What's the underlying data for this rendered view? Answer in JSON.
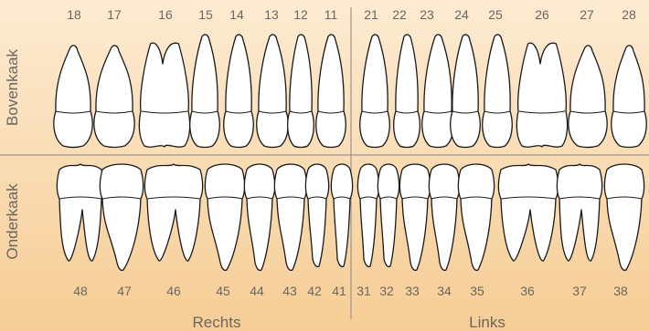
{
  "colors": {
    "bg_top": "#fdebd2",
    "bg_bottom": "#f6cd95",
    "divider": "#9a9590",
    "text": "#6b6660",
    "outline": "#1a1a1a"
  },
  "labels": {
    "upper_jaw": "Bovenkaak",
    "lower_jaw": "Onderkaak",
    "right": "Rechts",
    "left": "Links"
  },
  "upper_numbers": [
    "18",
    "17",
    "16",
    "15",
    "14",
    "13",
    "12",
    "11",
    "21",
    "22",
    "23",
    "24",
    "25",
    "26",
    "27",
    "28"
  ],
  "lower_numbers": [
    "48",
    "47",
    "46",
    "45",
    "44",
    "43",
    "42",
    "41",
    "31",
    "32",
    "33",
    "34",
    "35",
    "36",
    "37",
    "38"
  ]
}
